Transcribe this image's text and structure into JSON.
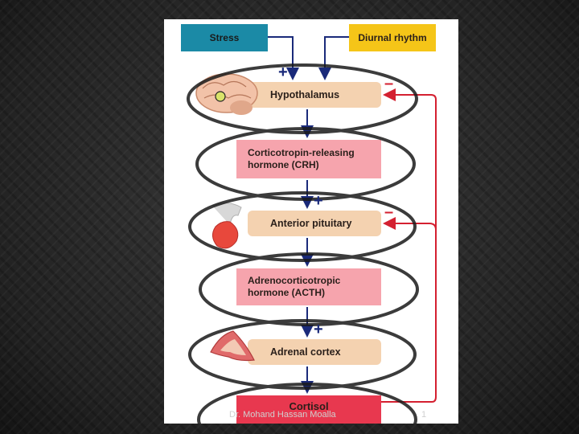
{
  "diagram": {
    "inputs": {
      "stress": "Stress",
      "diurnal": "Diurnal rhythm"
    },
    "organs": {
      "hypothalamus": "Hypothalamus",
      "pituitary": "Anterior pituitary",
      "adrenal": "Adrenal cortex"
    },
    "hormones": {
      "crh": "Corticotropin-releasing hormone (CRH)",
      "acth": "Adrenocorticotropic hormone (ACTH)",
      "cortisol": "Cortisol"
    },
    "signs": {
      "plus": "+",
      "minus": "–"
    }
  },
  "footer": {
    "author": "Dr. Mohand Hassan Moalla",
    "page": "1"
  },
  "colors": {
    "stress_box": "#1b8aa6",
    "diurnal_box": "#f5c518",
    "organ_box": "#f4d2b0",
    "hormone_box": "#f6a4ad",
    "cortisol_box": "#e8384f",
    "stimulation_arrow": "#1a2a7a",
    "feedback_arrow": "#d42030"
  }
}
